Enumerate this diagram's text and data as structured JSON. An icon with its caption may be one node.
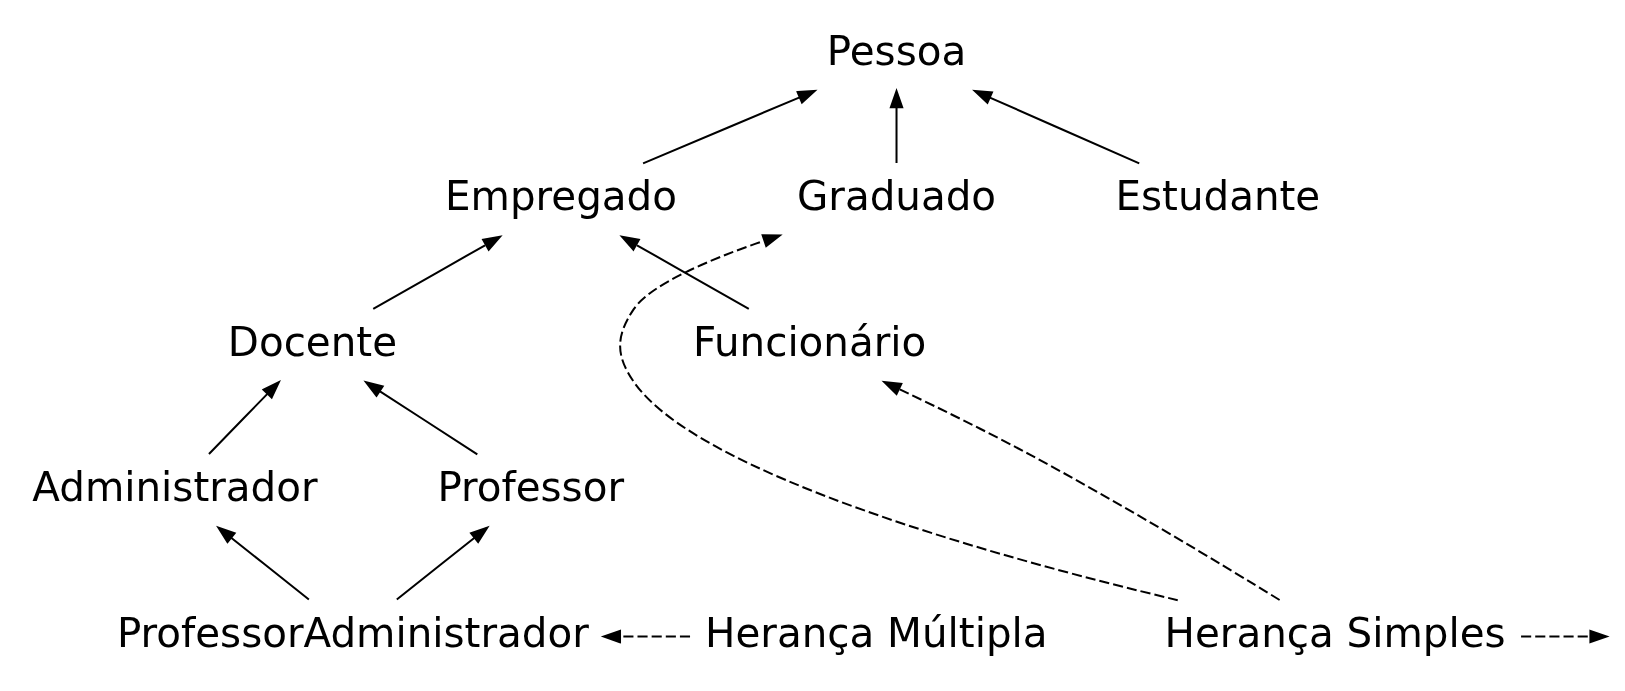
{
  "diagram": {
    "nodes": [
      {
        "text": [
          "Pessoa"
        ]
      },
      {
        "text": [
          "Empregado"
        ]
      },
      {
        "text": [
          "Estudante"
        ]
      },
      {
        "text": [
          "Graduado"
        ]
      },
      {
        "text": [
          "Docente"
        ]
      },
      {
        "text": [
          "Funcionário"
        ]
      },
      {
        "text": [
          "Administrador"
        ]
      },
      {
        "text": [
          "Professor"
        ]
      },
      {
        "text": [
          "ProfessorAdministrador"
        ]
      },
      {
        "text": [
          "Herança Simples"
        ]
      },
      {
        "text": [
          "Herança Múltipla"
        ]
      }
    ],
    "edges": [
      {
        "from": 1,
        "to": 0,
        "arrow": "to"
      },
      {
        "from": 2,
        "to": 0,
        "arrow": "to"
      },
      {
        "from": 3,
        "to": 0,
        "arrow": "to"
      },
      {
        "from": 4,
        "to": 1,
        "arrow": "to"
      },
      {
        "from": 5,
        "to": 1,
        "arrow": "to"
      },
      {
        "from": 6,
        "to": 4,
        "arrow": "to"
      },
      {
        "from": 7,
        "to": 4,
        "arrow": "to"
      },
      {
        "from": 8,
        "to": 6,
        "arrow": "to"
      },
      {
        "from": 8,
        "to": 7,
        "arrow": "to"
      },
      {
        "from": 9,
        "to": 3,
        "arrow": "to",
        "style": "dashed"
      },
      {
        "from": 9,
        "to": 5,
        "arrow": "to",
        "style": "dashed"
      },
      {
        "from": 9,
        "to": null,
        "arrow": "to",
        "style": "dashed"
      },
      {
        "from": 10,
        "to": 8,
        "arrow": "to",
        "style": "dashed"
      }
    ]
  }
}
